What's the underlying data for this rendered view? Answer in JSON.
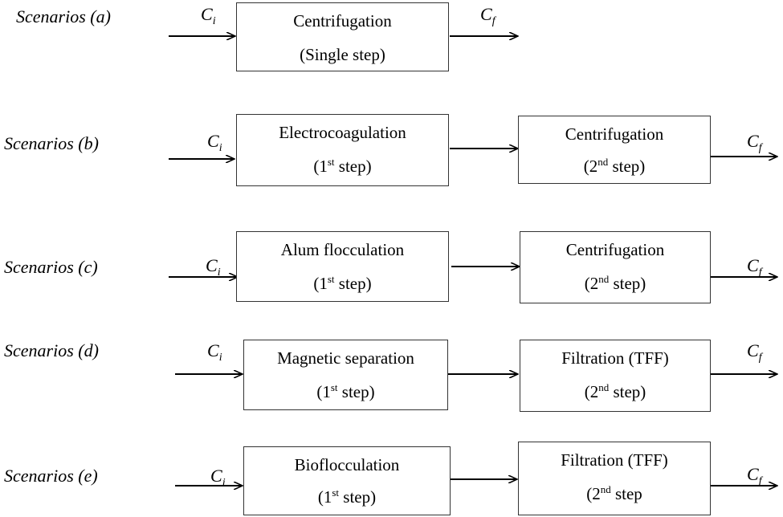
{
  "symbols": {
    "ci_base": "C",
    "ci_sub": "i",
    "cf_base": "C",
    "cf_sub": "f"
  },
  "scenarios": [
    {
      "label": "Scenarios (a)",
      "steps": [
        {
          "title": "Centrifugation",
          "step_pre": "(Single step)",
          "step_sup": "",
          "step_post": ""
        }
      ]
    },
    {
      "label": "Scenarios (b)",
      "steps": [
        {
          "title": "Electrocoagulation",
          "step_pre": "(1",
          "step_sup": "st",
          "step_post": " step)"
        },
        {
          "title": "Centrifugation",
          "step_pre": "(2",
          "step_sup": "nd",
          "step_post": " step)"
        }
      ]
    },
    {
      "label": "Scenarios (c)",
      "steps": [
        {
          "title": "Alum flocculation",
          "step_pre": "(1",
          "step_sup": "st",
          "step_post": " step)"
        },
        {
          "title": "Centrifugation",
          "step_pre": "(2",
          "step_sup": "nd",
          "step_post": " step)"
        }
      ]
    },
    {
      "label": "Scenarios (d)",
      "steps": [
        {
          "title": "Magnetic separation",
          "step_pre": "(1",
          "step_sup": "st",
          "step_post": " step)"
        },
        {
          "title": "Filtration (TFF)",
          "step_pre": "(2",
          "step_sup": "nd",
          "step_post": " step)"
        }
      ]
    },
    {
      "label": "Scenarios (e)",
      "steps": [
        {
          "title": "Bioflocculation",
          "step_pre": "(1",
          "step_sup": "st",
          "step_post": " step)"
        },
        {
          "title": "Filtration (TFF)",
          "step_pre": "(2",
          "step_sup": "nd",
          "step_post": " step"
        }
      ]
    }
  ]
}
